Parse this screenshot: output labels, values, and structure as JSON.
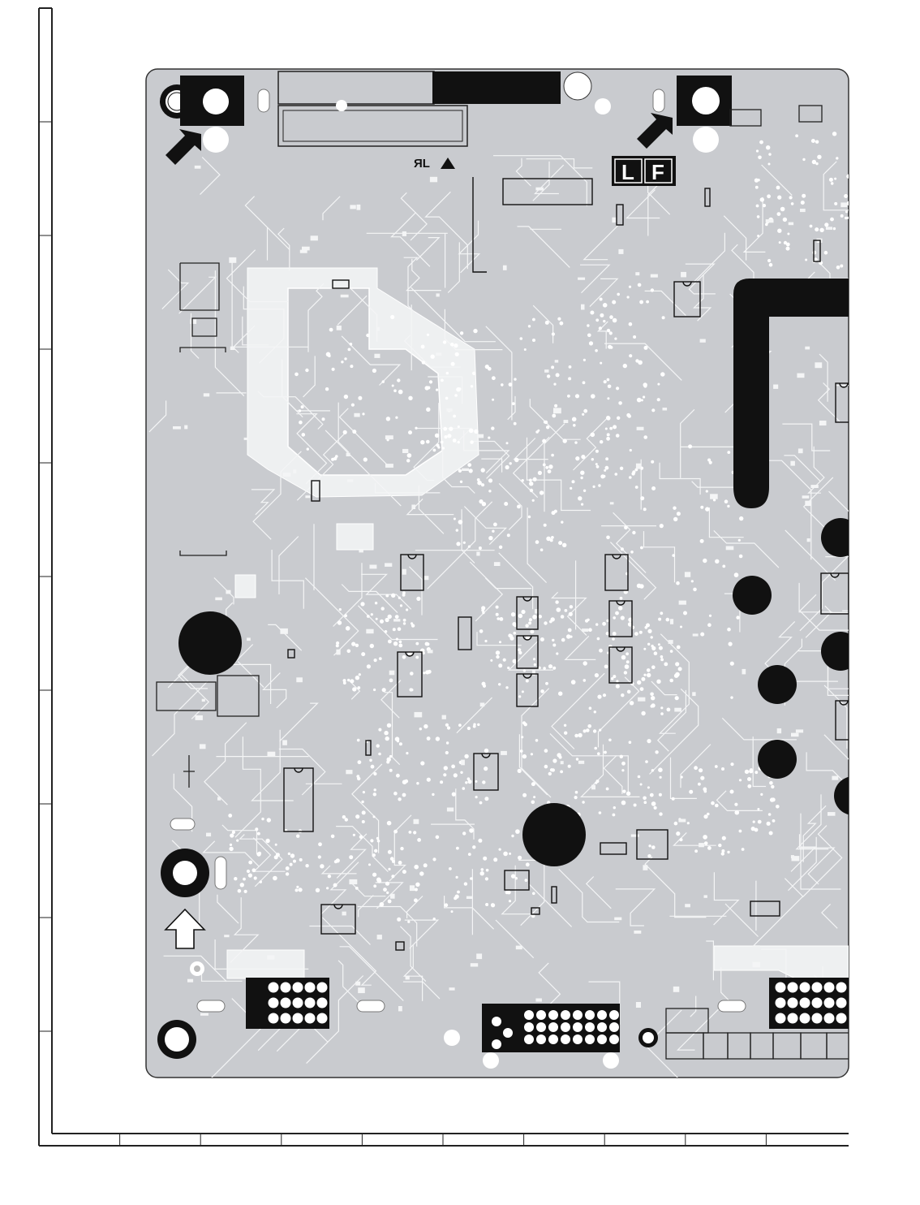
{
  "board": {
    "marking_left": "L",
    "marking_right": "F",
    "ul_mark": "ЯL"
  },
  "colors": {
    "board": "#c9cbcf",
    "copper_light": "#f2f3f4",
    "ink": "#111111",
    "frame": "#222222",
    "background": "#ffffff"
  },
  "icons": {
    "orientation_arrow_top_left": "arrow-up-left-icon",
    "orientation_arrow_top_mid": "arrow-up-left-icon",
    "outline_arrow_left": "arrow-up-outline-icon",
    "warning_triangle": "triangle-icon"
  },
  "legend": {
    "grid_rows": 10,
    "grid_columns": 10
  }
}
